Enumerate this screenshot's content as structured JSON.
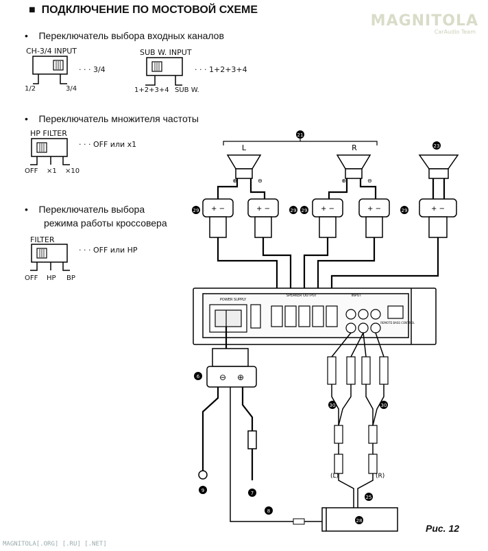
{
  "heading": {
    "marker": "■",
    "text": "ПОДКЛЮЧЕНИЕ ПО МОСТОВОЙ СХЕМЕ"
  },
  "watermark": {
    "logo": "MAGNITOLA",
    "sub": "CarAudio Team"
  },
  "switches": {
    "input_channels": {
      "bullet": "Переключатель выбора входных каналов",
      "ch34": {
        "label": "CH-3/4 INPUT",
        "value_text": "· · · 3/4",
        "positions": [
          "1/2",
          "3/4"
        ]
      },
      "subw": {
        "label": "SUB W. INPUT",
        "value_text": "· · · 1+2+3+4",
        "positions": [
          "1+2+3+4",
          "SUB W."
        ]
      }
    },
    "frequency": {
      "bullet": "Переключатель множителя частоты",
      "label": "HP FILTER",
      "value_text": "· · · OFF или x1",
      "positions": [
        "OFF",
        "×1",
        "×10"
      ]
    },
    "crossover": {
      "bullet_line1": "Переключатель   выбора",
      "bullet_line2": "режима работы кроссовера",
      "label": "FILTER",
      "value_text": "· · · OFF или HP",
      "positions": [
        "OFF",
        "HP",
        "BP"
      ]
    }
  },
  "diagram": {
    "callouts": {
      "n21": "21",
      "n23": "23",
      "n29": "29",
      "n6": "6",
      "n9": "9",
      "n7": "7",
      "n8": "8",
      "n30": "30",
      "n25": "25",
      "n28": "28"
    },
    "speaker_left": "L",
    "speaker_right": "R",
    "rca_left": "(L)",
    "rca_right": "(R)",
    "power_supply": "POWER SUPPLY",
    "speaker_output": "SPEAKER OUTPUT",
    "input_label": "INPUT",
    "remote_label": "REMOTE BASS CONTROL"
  },
  "figure_label": "Рис. 12",
  "footer": "MAGNITOLA[.ORG] [.RU] [.NET]"
}
